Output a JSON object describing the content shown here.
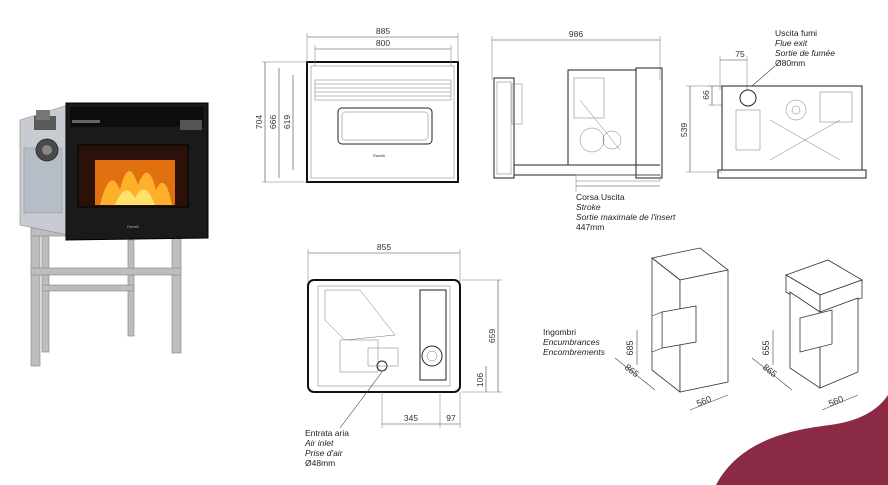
{
  "product_brand": "Ravelli",
  "front_view": {
    "width_outer": "885",
    "width_inner": "800",
    "height_total": "704",
    "height_a": "666",
    "height_b": "619"
  },
  "side_view": {
    "width": "986",
    "stroke_caption": {
      "it": "Corsa Uscita",
      "en": "Stroke",
      "fr": "Sortie maximale de l'insert",
      "value": "447mm"
    }
  },
  "rear_view": {
    "flue_caption": {
      "it": "Uscita fumi",
      "en": "Flue exit",
      "fr": "Sortie de fumée",
      "value": "Ø80mm"
    },
    "offset_x": "75",
    "offset_y": "66",
    "height": "539"
  },
  "top_view": {
    "width": "855",
    "depth": "659",
    "inlet_x": "345",
    "inlet_edge": "97",
    "inlet_y": "106",
    "air_caption": {
      "it": "Entrata aria",
      "en": "Air inlet",
      "fr": "Prise d'air",
      "value": "Ø48mm"
    }
  },
  "encumbrance": {
    "caption": {
      "it": "Ingombri",
      "en": "Encumbrances",
      "fr": "Encombrements"
    },
    "box1": {
      "height": "685",
      "width": "865",
      "depth": "560"
    },
    "box2": {
      "height": "655",
      "width": "865",
      "depth": "560"
    }
  },
  "colors": {
    "accent_wave": "#8a2a45",
    "frame": "#111111",
    "stand": "#b8b8b8",
    "fire": "#e07010"
  }
}
